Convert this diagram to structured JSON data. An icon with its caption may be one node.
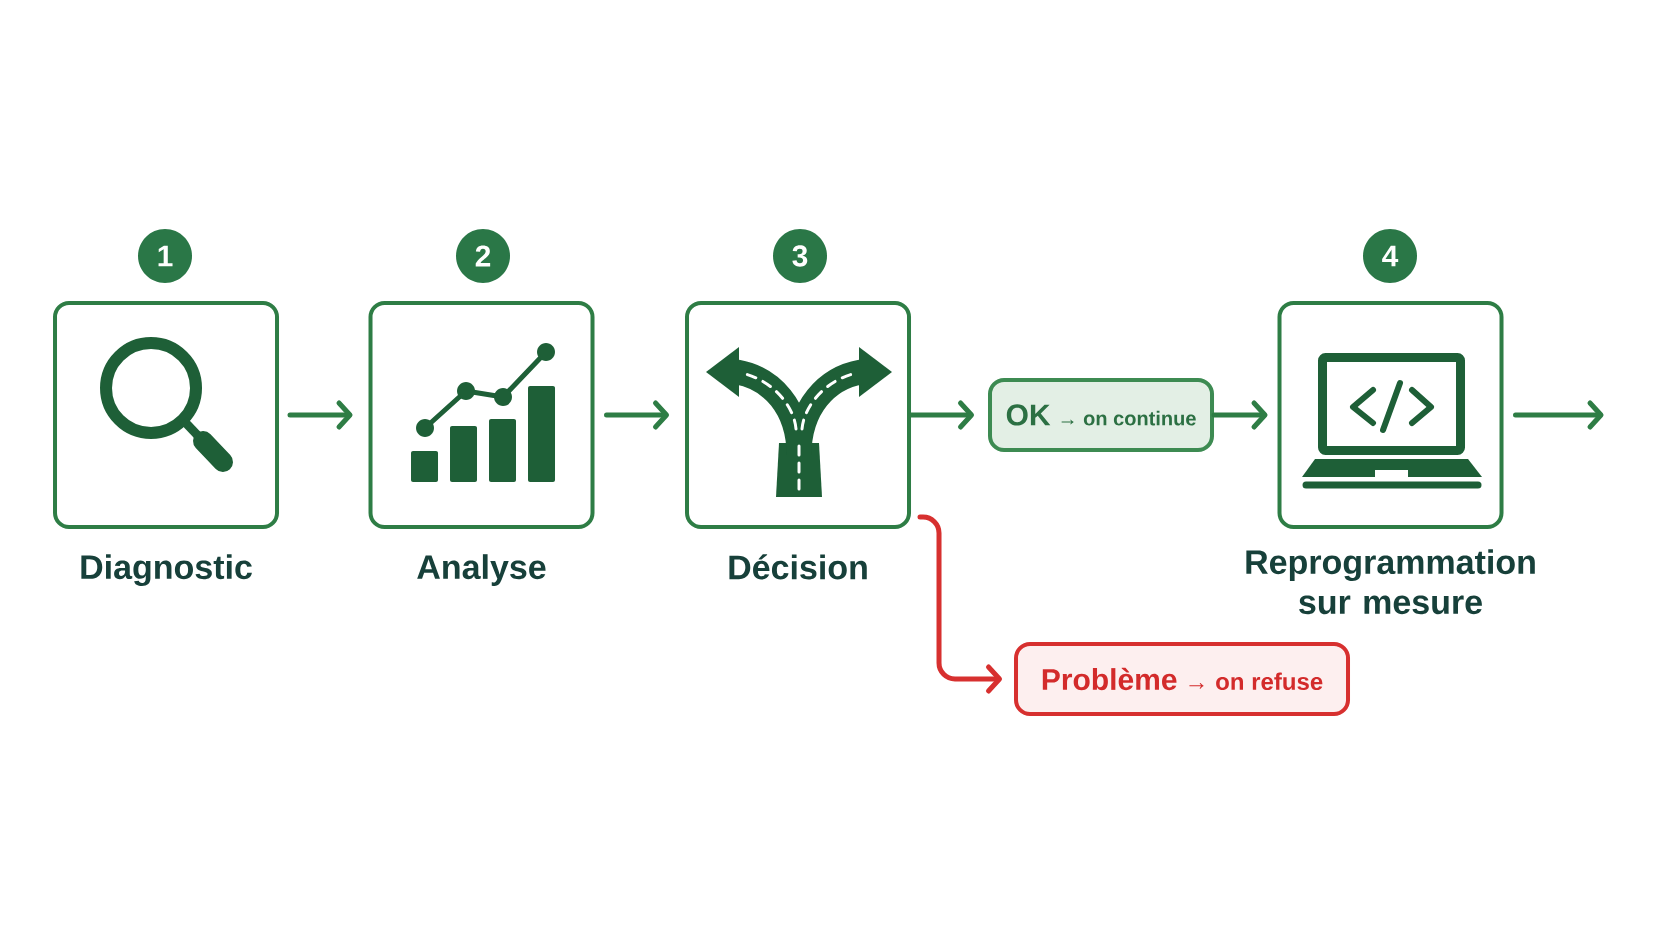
{
  "diagram": {
    "nodes": [
      {
        "text": [
          "1"
        ]
      },
      {
        "text": [
          "Diagnostic"
        ]
      },
      {
        "text": [
          "2"
        ]
      },
      {
        "text": [
          "Analyse"
        ]
      },
      {
        "text": [
          "3"
        ]
      },
      {
        "text": [
          "Décision"
        ]
      },
      {
        "text": [
          "OK",
          "→ on continue"
        ]
      },
      {
        "text": [
          "4"
        ]
      },
      {
        "text": [
          "Reprogrammation sur mesure"
        ]
      },
      {
        "text": [
          "Problème",
          "→ on refuse"
        ]
      }
    ],
    "edges": [
      {
        "from": 1,
        "to": 3,
        "arrow": "to"
      },
      {
        "from": 3,
        "to": 5,
        "arrow": "to"
      },
      {
        "from": 5,
        "to": 6,
        "arrow": "to"
      },
      {
        "from": 6,
        "to": 8,
        "arrow": "to"
      },
      {
        "from": 8,
        "to": null,
        "arrow": "to"
      },
      {
        "from": 5,
        "to": 9,
        "arrow": "to",
        "color": "#d7302f"
      }
    ]
  }
}
